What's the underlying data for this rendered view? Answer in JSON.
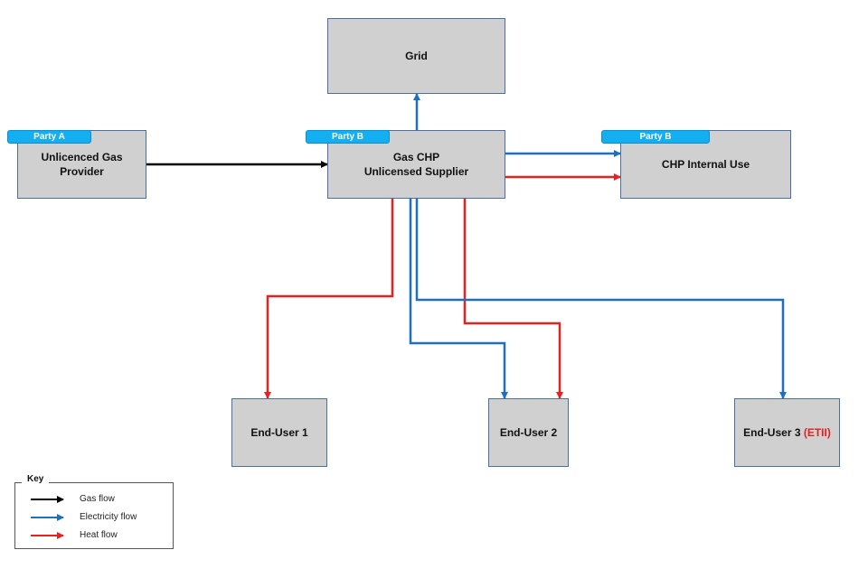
{
  "nodes": {
    "grid": {
      "label": "Grid"
    },
    "gas_provider": {
      "line1": "Unlicenced Gas",
      "line2": "Provider",
      "tag": "Party A"
    },
    "chp_supplier": {
      "line1": "Gas CHP",
      "line2": "Unlicensed Supplier",
      "tag": "Party B"
    },
    "chp_internal": {
      "label": "CHP Internal Use",
      "tag": "Party B"
    },
    "end_user_1": {
      "label": "End-User 1"
    },
    "end_user_2": {
      "label": "End-User 2"
    },
    "end_user_3": {
      "label": "End-User 3",
      "suffix": "(ETII)"
    }
  },
  "key": {
    "title": "Key",
    "items": [
      {
        "label": "Gas flow",
        "color": "#000000"
      },
      {
        "label": "Electricity flow",
        "color": "#1f6fbf"
      },
      {
        "label": "Heat flow",
        "color": "#e8201f"
      }
    ]
  },
  "colors": {
    "gas": "#000000",
    "electricity": "#1f6fbf",
    "heat": "#e8201f",
    "tag": "#13aff0",
    "box": "#d0d0d0"
  }
}
